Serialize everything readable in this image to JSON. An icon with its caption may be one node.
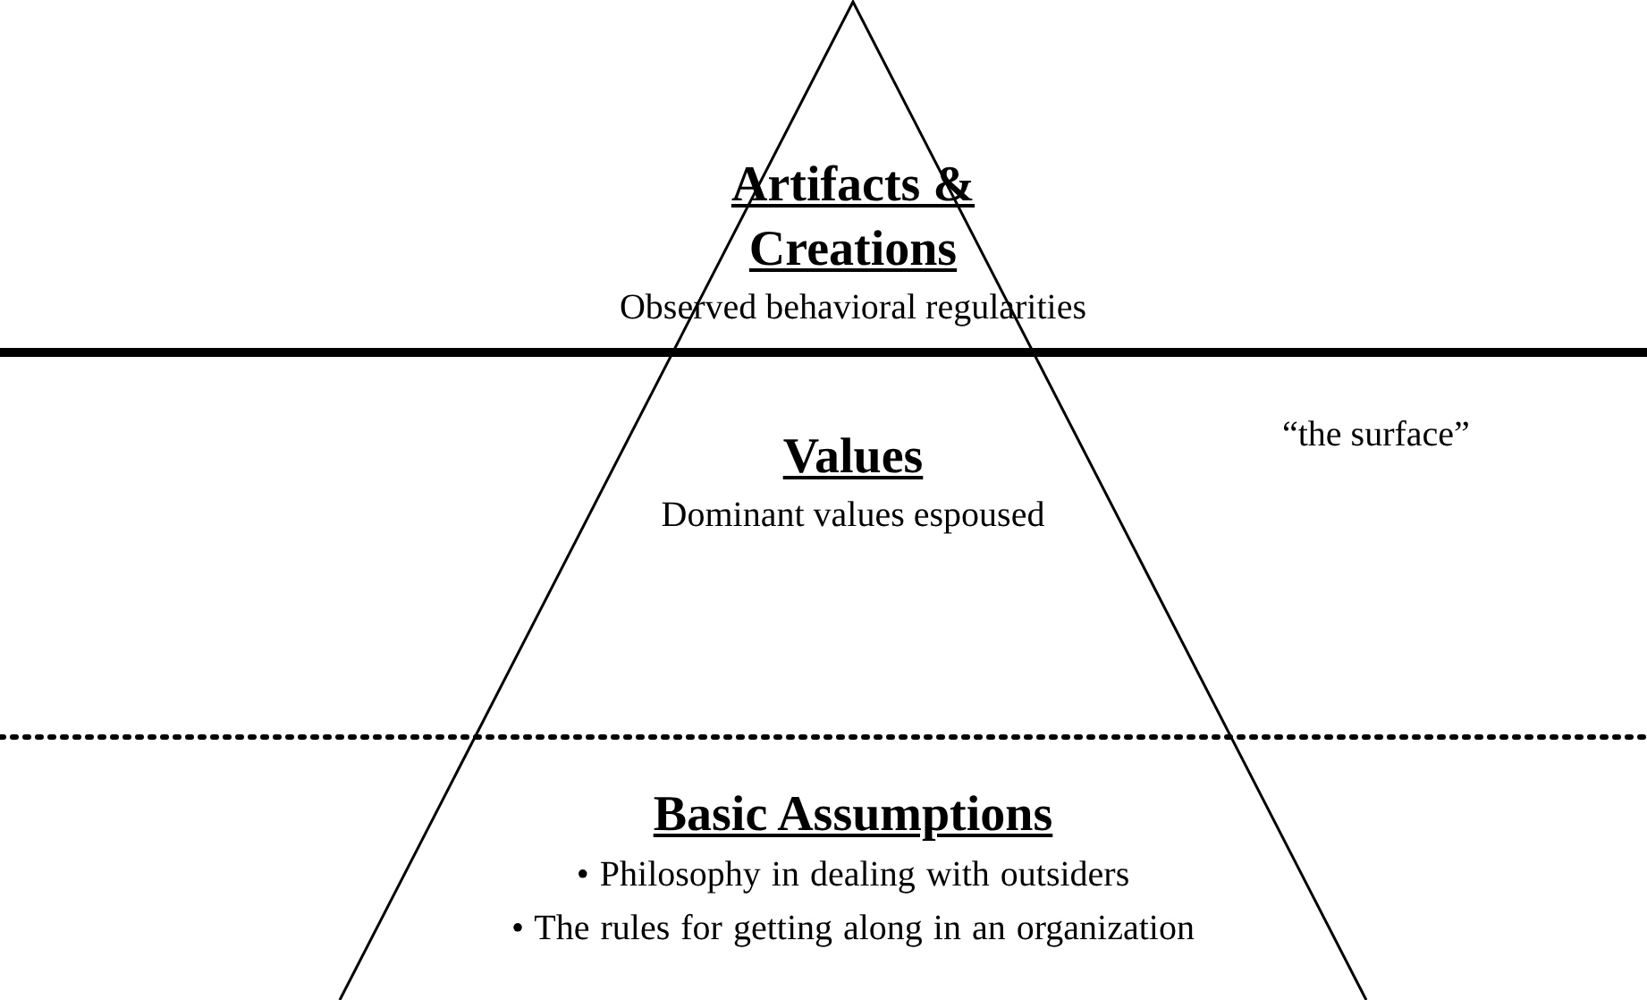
{
  "diagram": {
    "nodes": [
      {
        "text": [
          "Artifacts & Creations",
          "Observed behavioral regularities"
        ]
      },
      {
        "text": [
          "Values",
          "Dominant values espoused"
        ]
      },
      {
        "text": [
          "Basic Assumptions",
          "• Philosophy in dealing with outsiders",
          "• The rules for getting along in an organization"
        ]
      }
    ],
    "labels": [
      "“the surface”"
    ]
  }
}
